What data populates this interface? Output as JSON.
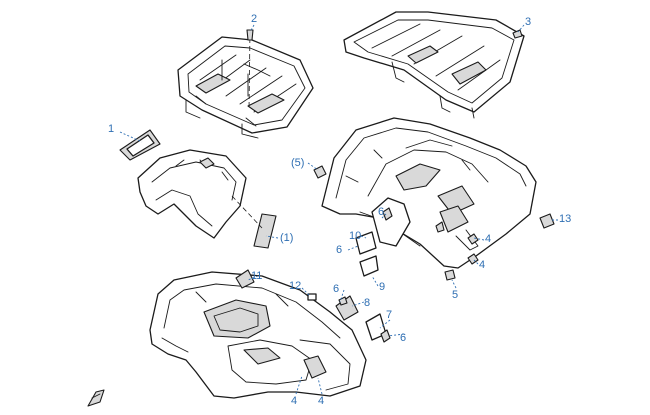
{
  "callout_color": "#2f6fb3",
  "callouts": [
    {
      "id": "c1",
      "text": "1"
    },
    {
      "id": "c2",
      "text": "2"
    },
    {
      "id": "c3",
      "text": "3"
    },
    {
      "id": "c4a",
      "text": "4"
    },
    {
      "id": "c4b",
      "text": "4"
    },
    {
      "id": "c4c",
      "text": "4"
    },
    {
      "id": "c4d",
      "text": "4"
    },
    {
      "id": "c5",
      "text": "5"
    },
    {
      "id": "c5p",
      "text": "(5)"
    },
    {
      "id": "c1p",
      "text": "(1)"
    },
    {
      "id": "c6a",
      "text": "6"
    },
    {
      "id": "c6b",
      "text": "6"
    },
    {
      "id": "c6c",
      "text": "6"
    },
    {
      "id": "c6d",
      "text": "6"
    },
    {
      "id": "c7",
      "text": "7"
    },
    {
      "id": "c8",
      "text": "8"
    },
    {
      "id": "c9",
      "text": "9"
    },
    {
      "id": "c10",
      "text": "10"
    },
    {
      "id": "c11",
      "text": "11"
    },
    {
      "id": "c12",
      "text": "12"
    },
    {
      "id": "c13",
      "text": "13"
    }
  ]
}
